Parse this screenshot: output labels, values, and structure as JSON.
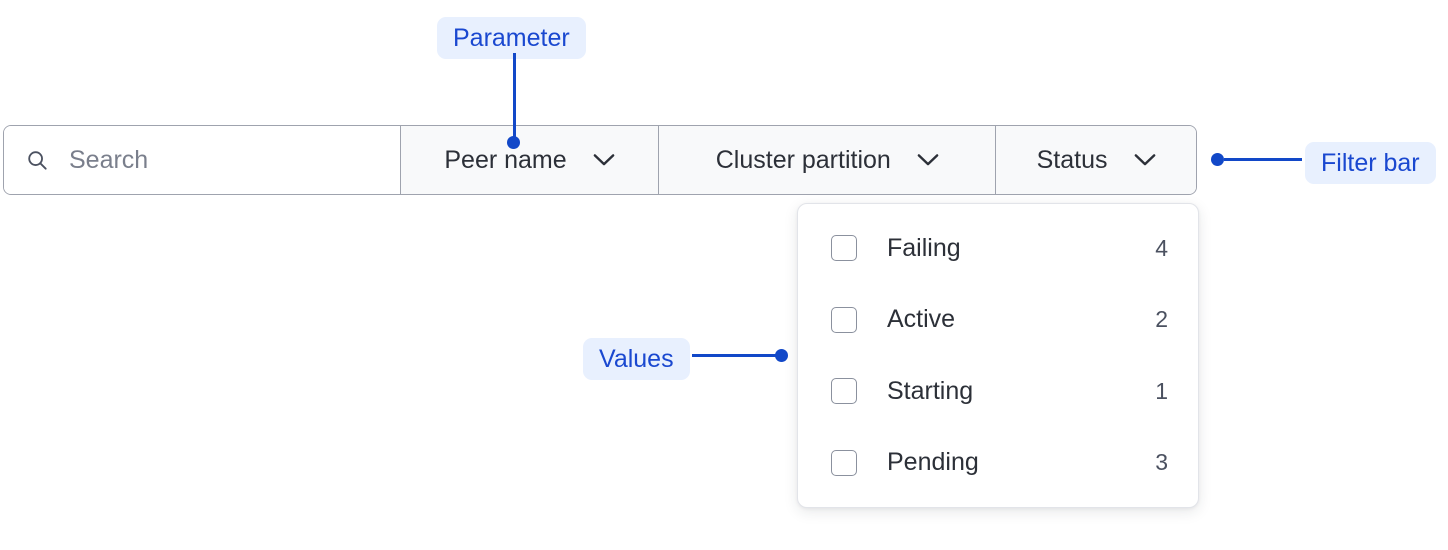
{
  "filter_bar": {
    "search": {
      "placeholder": "Search",
      "value": "",
      "icon": "search-icon"
    },
    "buttons": [
      {
        "label": "Peer name",
        "icon": "chevron-down-icon"
      },
      {
        "label": "Cluster partition",
        "icon": "chevron-down-icon"
      },
      {
        "label": "Status",
        "icon": "chevron-down-icon"
      }
    ]
  },
  "dropdown": {
    "open_for": "Status",
    "options": [
      {
        "label": "Failing",
        "count": "4",
        "checked": false
      },
      {
        "label": "Active",
        "count": "2",
        "checked": false
      },
      {
        "label": "Starting",
        "count": "1",
        "checked": false
      },
      {
        "label": "Pending",
        "count": "3",
        "checked": false
      }
    ]
  },
  "annotations": [
    {
      "label": "Parameter",
      "points_to": "peer-name-button"
    },
    {
      "label": "Filter bar",
      "points_to": "filter-bar"
    },
    {
      "label": "Values",
      "points_to": "dropdown-panel"
    }
  ],
  "colors": {
    "accent": "#1248c8",
    "callout_bg": "#e8f0fe",
    "callout_text": "#1a48d0",
    "bar_border": "#9fa3ae",
    "bar_fill": "#f8f9fa",
    "text_primary": "#2c3038",
    "text_muted": "#7a7f8c"
  }
}
